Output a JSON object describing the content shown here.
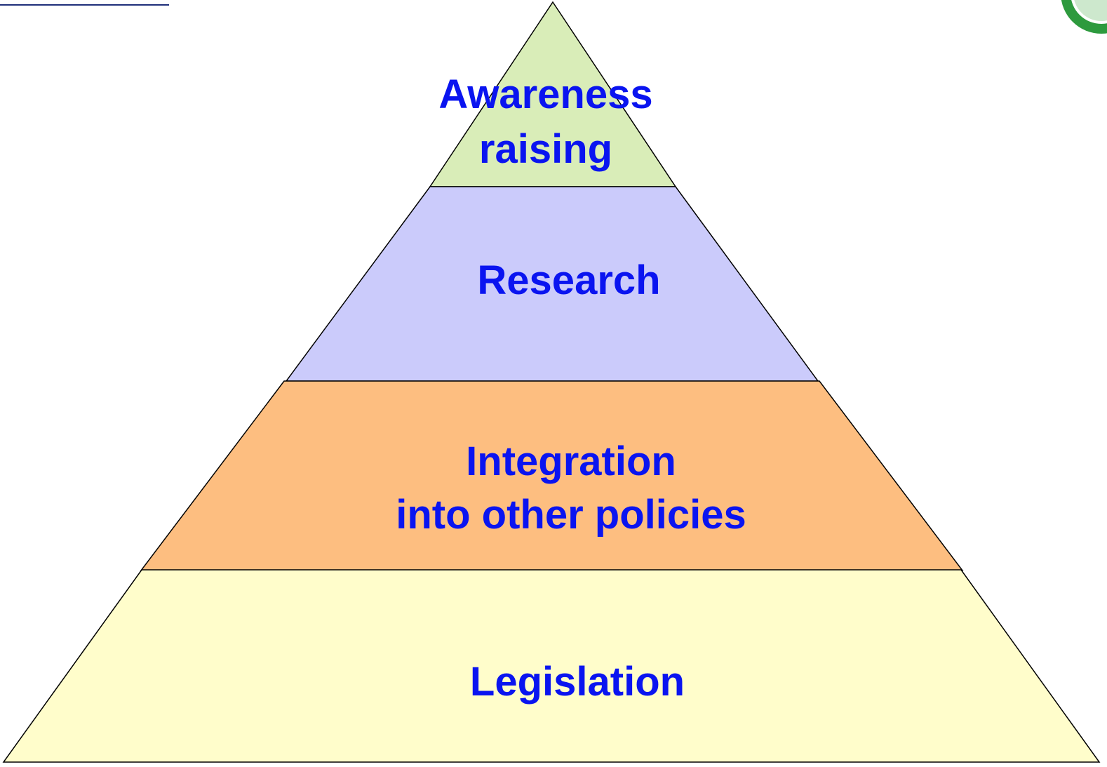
{
  "pyramid": {
    "tiers": [
      {
        "lines": [
          "Awareness",
          "raising"
        ],
        "fill": "#d9edb8"
      },
      {
        "lines": [
          "Research"
        ],
        "fill": "#cbcbfb"
      },
      {
        "lines": [
          "Integration",
          "into other policies"
        ],
        "fill": "#fdbe80"
      },
      {
        "lines": [
          "Legislation"
        ],
        "fill": "#fffdcb"
      }
    ],
    "label_color": "#0a14f0",
    "outline_color": "#000000"
  },
  "decor": {
    "rule_color": "#1f2f7a",
    "logo_color": "#2e9a3e"
  }
}
